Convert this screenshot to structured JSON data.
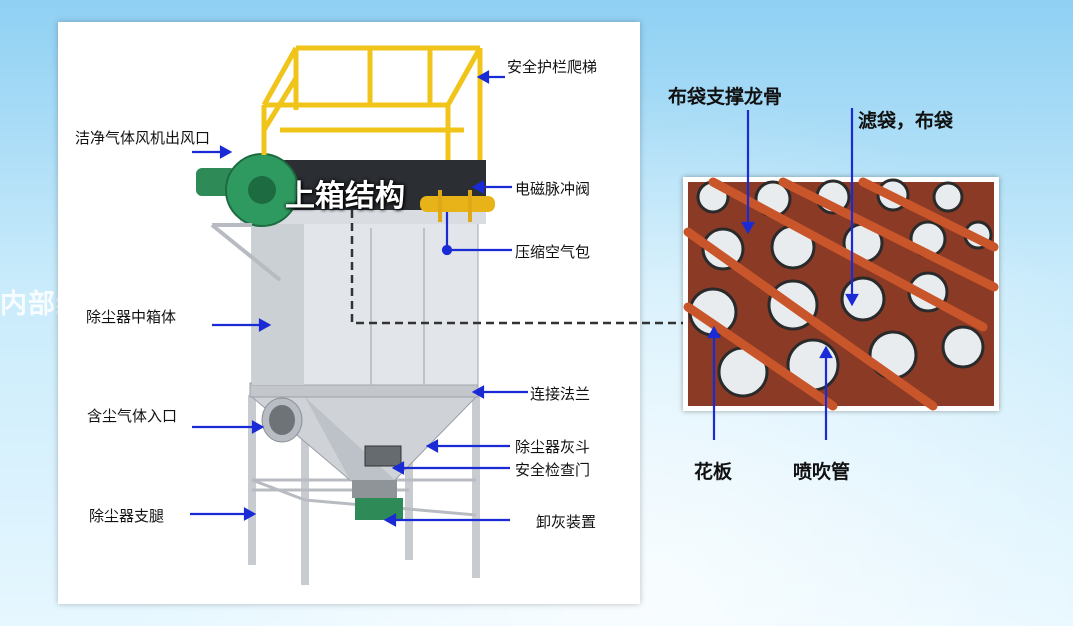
{
  "background_title": "内部结构",
  "overlay_title": "上箱结构",
  "labels": {
    "ladder": "安全护栏爬梯",
    "fan_outlet": "洁净气体风机出风口",
    "pulse_valve": "电磁脉冲阀",
    "air_tank": "压缩空气包",
    "middle_box": "除尘器中箱体",
    "flange": "连接法兰",
    "inlet": "含尘气体入口",
    "hopper": "除尘器灰斗",
    "inspection_door": "安全检查门",
    "legs": "除尘器支腿",
    "discharge": "卸灰装置"
  },
  "detail_labels": {
    "cage": "布袋支撑龙骨",
    "filter_bag": "滤袋，布袋",
    "tube_sheet": "花板",
    "blow_pipe": "喷吹管"
  },
  "colors": {
    "arrow": "#1a2bd6",
    "railing": "#f0c419",
    "fan": "#2e8b57",
    "body": "#d9dde2",
    "plate": "#8a3a25",
    "pipe": "#c9552b"
  }
}
